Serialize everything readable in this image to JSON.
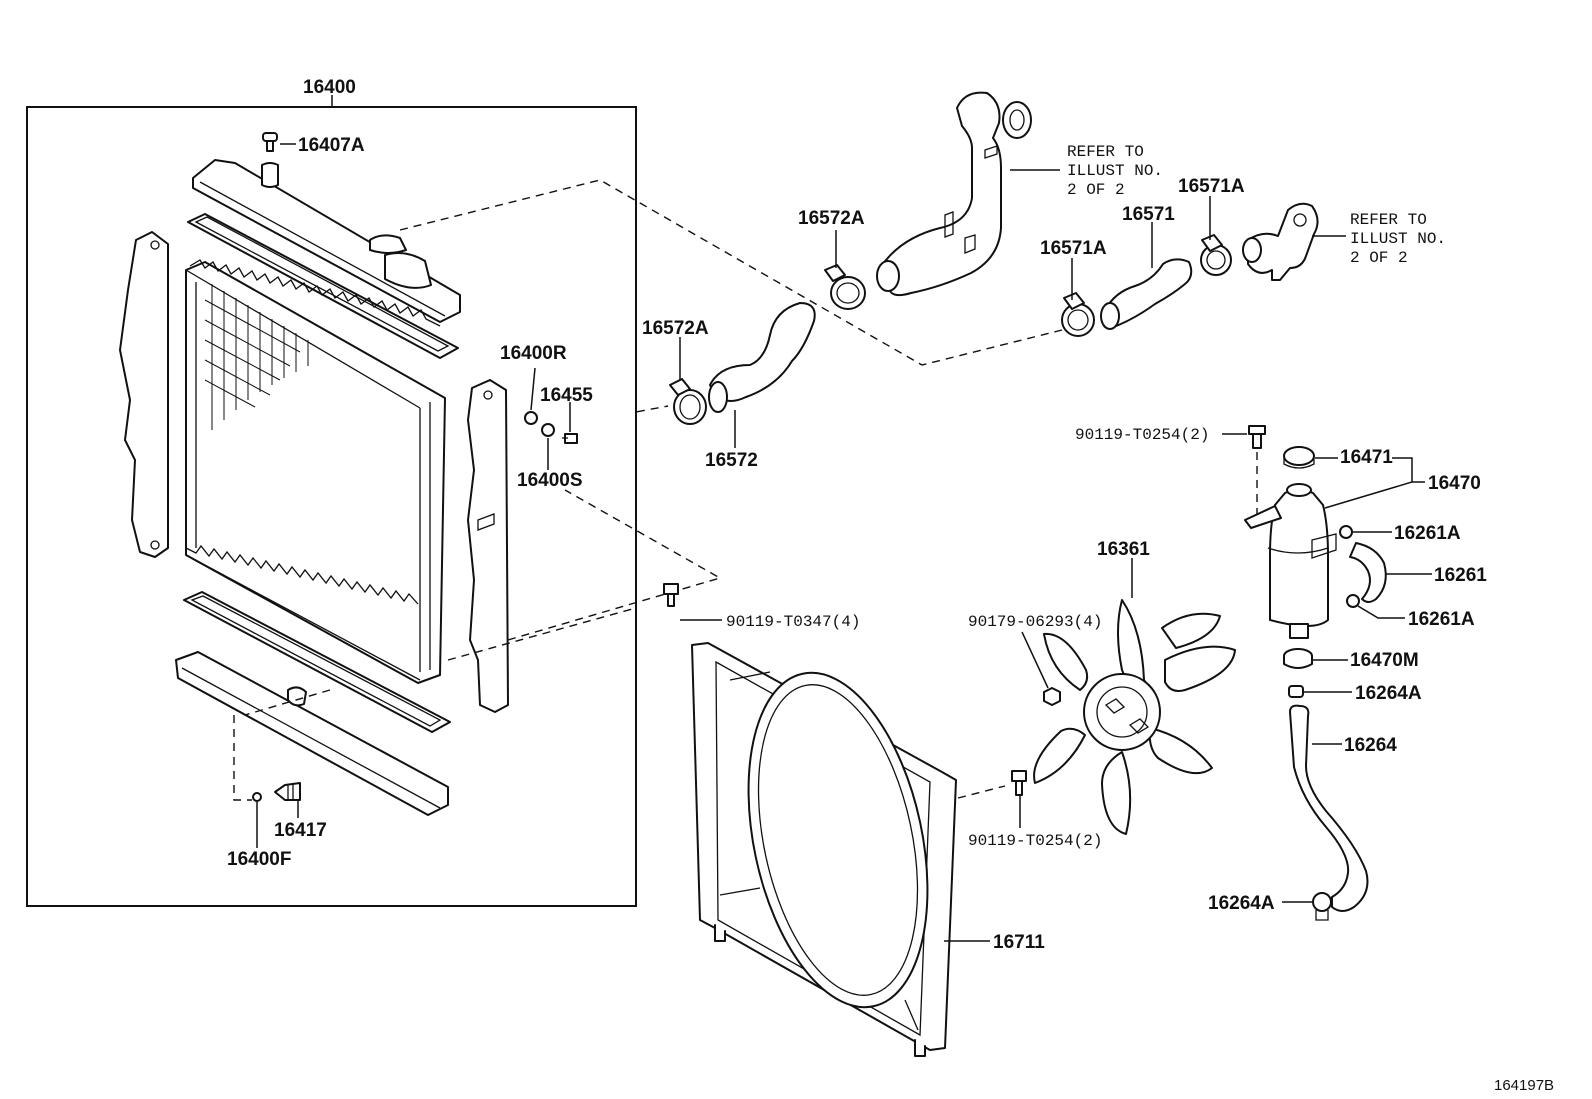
{
  "diagram_id": "164197B",
  "labels": {
    "p16400": "16400",
    "p16407A": "16407A",
    "p16400R": "16400R",
    "p16455": "16455",
    "p16400S": "16400S",
    "p16417": "16417",
    "p16400F": "16400F",
    "p16572A_top": "16572A",
    "p16572A_mid": "16572A",
    "p16572": "16572",
    "p16571A_left": "16571A",
    "p16571": "16571",
    "p16571A_right": "16571A",
    "p90119_T0347": "90119-T0347(4)",
    "p90119_T0254_top": "90119-T0254(2)",
    "p16471": "16471",
    "p16470": "16470",
    "p16261A_top": "16261A",
    "p16261": "16261",
    "p16261A_bot": "16261A",
    "p16470M": "16470M",
    "p16264A_top": "16264A",
    "p16264": "16264",
    "p16264A_bot": "16264A",
    "p16361": "16361",
    "p90179_06293": "90179-06293(4)",
    "p90119_T0254_bot": "90119-T0254(2)",
    "p16711": "16711"
  },
  "refer_notes": {
    "upper": [
      "REFER TO",
      "ILLUST NO.",
      "2 OF 2"
    ],
    "right": [
      "REFER TO",
      "ILLUST NO.",
      "2 OF 2"
    ]
  }
}
